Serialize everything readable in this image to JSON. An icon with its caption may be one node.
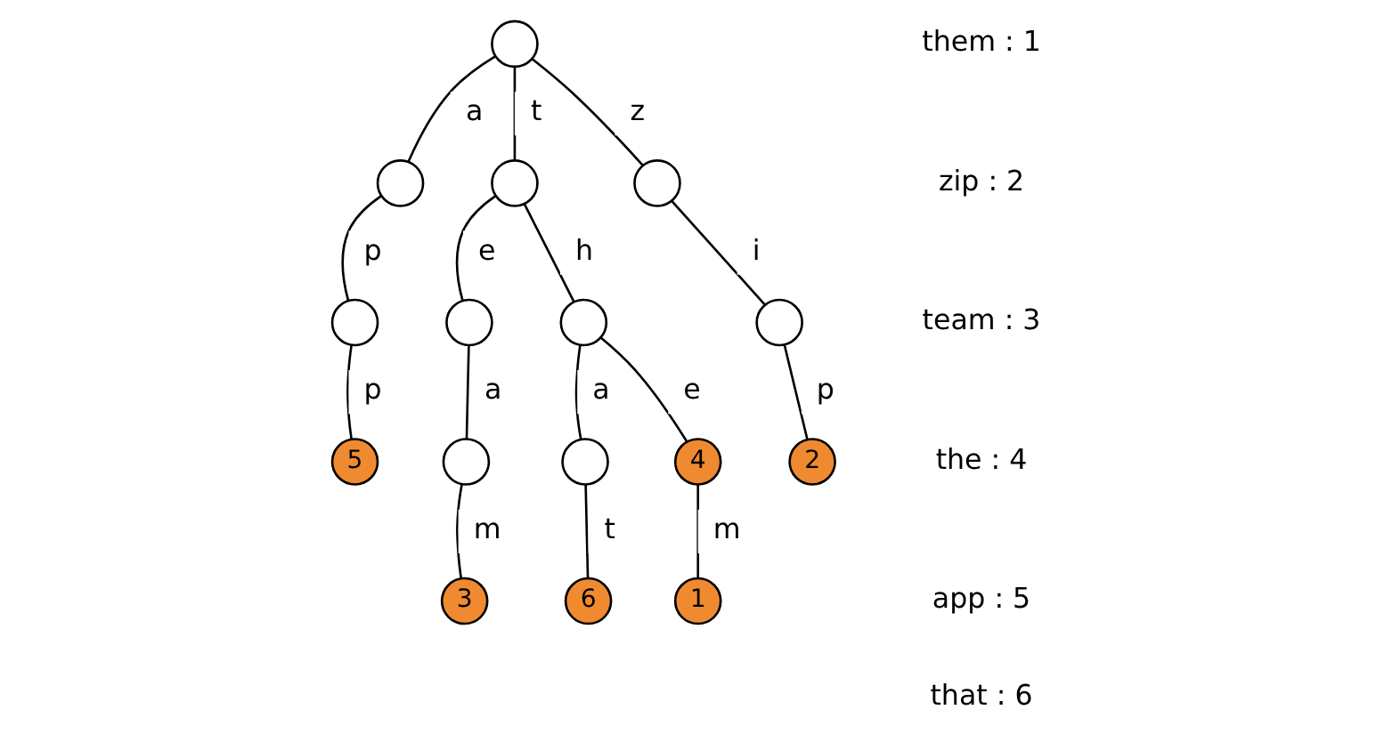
{
  "diagram": {
    "nodes": [
      {
        "text": [],
        "shape": "circle"
      },
      {
        "text": [],
        "shape": "circle"
      },
      {
        "text": [],
        "shape": "circle"
      },
      {
        "text": [],
        "shape": "circle"
      },
      {
        "text": [],
        "shape": "circle"
      },
      {
        "text": [],
        "shape": "circle"
      },
      {
        "text": [],
        "shape": "circle"
      },
      {
        "text": [],
        "shape": "circle"
      },
      {
        "text": [
          "5"
        ]
      },
      {
        "text": [],
        "shape": "circle"
      },
      {
        "text": [],
        "shape": "circle"
      },
      {
        "text": [
          "4"
        ]
      },
      {
        "text": [
          "2"
        ]
      },
      {
        "text": [
          "3"
        ]
      },
      {
        "text": [
          "6"
        ]
      },
      {
        "text": [
          "1"
        ]
      }
    ],
    "edges": [
      {
        "from": 0,
        "to": 1,
        "arrow": "none",
        "label": "a"
      },
      {
        "from": 0,
        "to": 2,
        "arrow": "none",
        "label": "t"
      },
      {
        "from": 0,
        "to": 3,
        "arrow": "none",
        "label": "z"
      },
      {
        "from": 1,
        "to": 4,
        "arrow": "none",
        "label": "p"
      },
      {
        "from": 2,
        "to": 5,
        "arrow": "none",
        "label": "e"
      },
      {
        "from": 2,
        "to": 6,
        "arrow": "none",
        "label": "h"
      },
      {
        "from": 3,
        "to": 7,
        "arrow": "none",
        "label": "i"
      },
      {
        "from": 4,
        "to": 8,
        "arrow": "none",
        "label": "p"
      },
      {
        "from": 5,
        "to": 9,
        "arrow": "none",
        "label": "a"
      },
      {
        "from": 6,
        "to": 10,
        "arrow": "none",
        "label": "a"
      },
      {
        "from": 6,
        "to": 11,
        "arrow": "none",
        "label": "e"
      },
      {
        "from": 7,
        "to": 12,
        "arrow": "none",
        "label": "p"
      },
      {
        "from": 9,
        "to": 13,
        "arrow": "none",
        "label": "m"
      },
      {
        "from": 10,
        "to": 14,
        "arrow": "none",
        "label": "t"
      },
      {
        "from": 11,
        "to": 15,
        "arrow": "none",
        "label": "m"
      }
    ],
    "labels": [
      "them : 1",
      "zip : 2",
      "team : 3",
      "the : 4",
      "app : 5",
      "that : 6"
    ]
  }
}
